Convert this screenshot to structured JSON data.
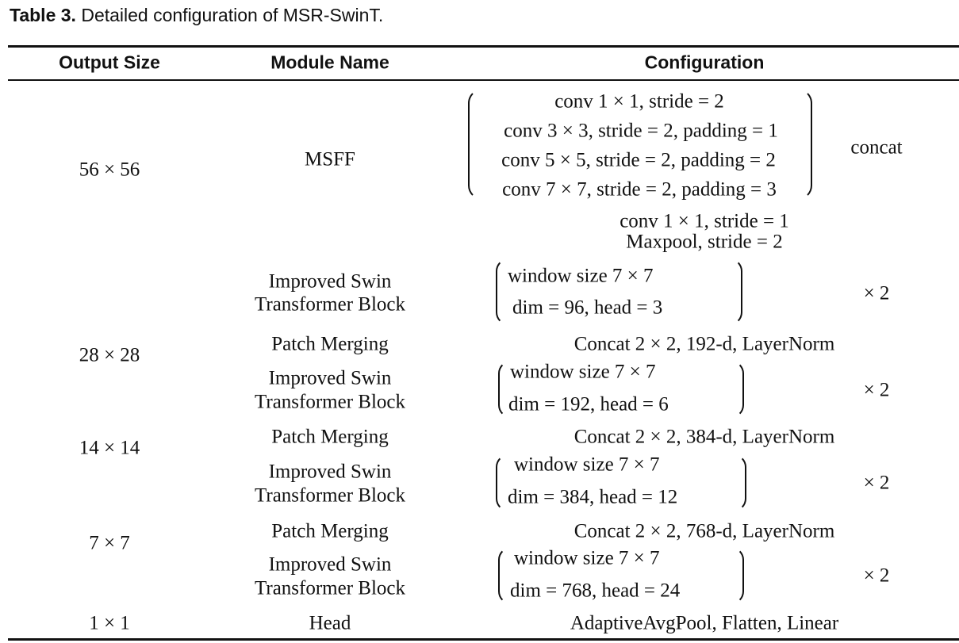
{
  "caption": {
    "label": "Table 3.",
    "text": "Detailed configuration of MSR-SwinT."
  },
  "headers": [
    "Output Size",
    "Module Name",
    "Configuration"
  ],
  "output_sizes": [
    "56 × 56",
    "28 × 28",
    "14 × 14",
    "7 × 7",
    "1 × 1"
  ],
  "msff": {
    "module": "MSFF",
    "matrix": [
      "conv  1 × 1, stride = 2",
      "conv  3 × 3, stride = 2, padding = 1",
      "conv  5 ×  5, stride = 2, padding = 2",
      "conv  7 × 7, stride = 2, padding = 3"
    ],
    "concat": "concat",
    "after": [
      "conv 1 × 1, stride = 1",
      "Maxpool, stride = 2"
    ]
  },
  "swin_module": [
    "Improved Swin",
    "Transformer Block"
  ],
  "patch_merging": "Patch Merging",
  "blocks": [
    {
      "window": "window size  7 × 7",
      "dim": "dim = 96, head = 3",
      "repeat": "× 2"
    },
    {
      "window": "window size  7 × 7",
      "dim": "dim = 192, head = 6",
      "repeat": "× 2"
    },
    {
      "window": "window size  7 × 7",
      "dim": "dim = 384, head = 12",
      "repeat": "× 2"
    },
    {
      "window": "window size  7 ×  7",
      "dim": "dim = 768, head = 24",
      "repeat": "× 2"
    }
  ],
  "merging_configs": [
    "Concat 2 × 2, 192-d, LayerNorm",
    "Concat 2 × 2, 384-d, LayerNorm",
    "Concat 2 × 2, 768-d, LayerNorm"
  ],
  "head": {
    "module": "Head",
    "config": "AdaptiveAvgPool, Flatten, Linear"
  }
}
